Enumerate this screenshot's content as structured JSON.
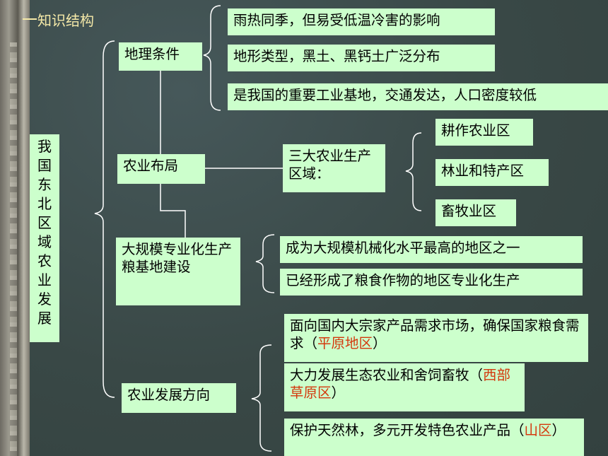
{
  "title": "知识结构",
  "root": "我国东北区域农业发展",
  "categories": {
    "geo": "地理条件",
    "layout": "农业布局",
    "base": "大规模专业化生产粮基地建设",
    "direction": "农业发展方向"
  },
  "geo_items": [
    "雨热同季，但易受低温冷害的影响",
    "地形类型，黑土、黑钙土广泛分布",
    "是我国的重要工业基地，交通发达，人口密度较低"
  ],
  "layout_mid": "三大农业生产区域：",
  "layout_items": [
    "耕作农业区",
    "林业和特产区",
    "畜牧业区"
  ],
  "base_items": [
    "成为大规模机械化水平最高的地区之一",
    "已经形成了粮食作物的地区专业化生产"
  ],
  "direction_items": [
    {
      "text": "面向国内大宗家产品需求市场，确保国家粮食需求（",
      "highlight": "平原地区",
      "tail": "）"
    },
    {
      "text": "大力发展生态农业和舍饲畜牧（",
      "highlight": "西部草原区",
      "tail": "）"
    },
    {
      "text": "保护天然林，多元开发特色农业产品（",
      "highlight": "山区",
      "tail": "）"
    }
  ],
  "colors": {
    "box": "#ccffcc",
    "line": "#ffffff",
    "title": "#f5e9a8",
    "highlight": "#d4380d"
  }
}
